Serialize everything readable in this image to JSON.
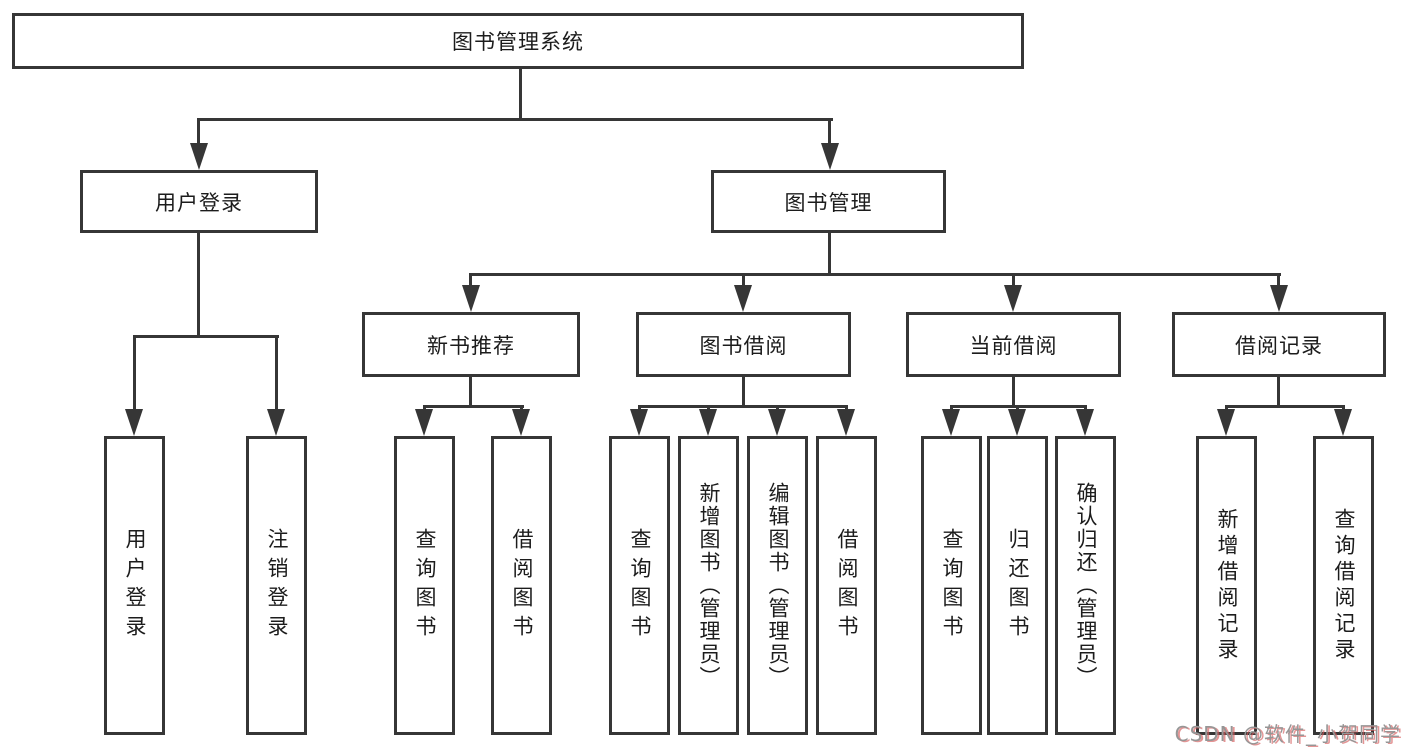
{
  "diagram": {
    "root": "图书管理系统",
    "level2": [
      "用户登录",
      "图书管理"
    ],
    "level3": [
      "新书推荐",
      "图书借阅",
      "当前借阅",
      "借阅记录"
    ],
    "leaves": {
      "user_login": [
        "用户登录",
        "注销登录"
      ],
      "new_book": [
        "查询图书",
        "借阅图书"
      ],
      "book_borrow": [
        "查询图书",
        "新增图书（管理员）",
        "编辑图书（管理员）",
        "借阅图书"
      ],
      "current_borrow": [
        "查询图书",
        "归还图书",
        "确认归还（管理员）"
      ],
      "borrow_record": [
        "新增借阅记录",
        "查询借阅记录"
      ]
    }
  },
  "watermark": {
    "text": "CSDN @软件_小贺同学"
  },
  "colors": {
    "line": "#363636",
    "text": "#1c1c1c",
    "background": "#ffffff",
    "watermark": "#969696",
    "watermark_shadow": "#d65c5c"
  }
}
